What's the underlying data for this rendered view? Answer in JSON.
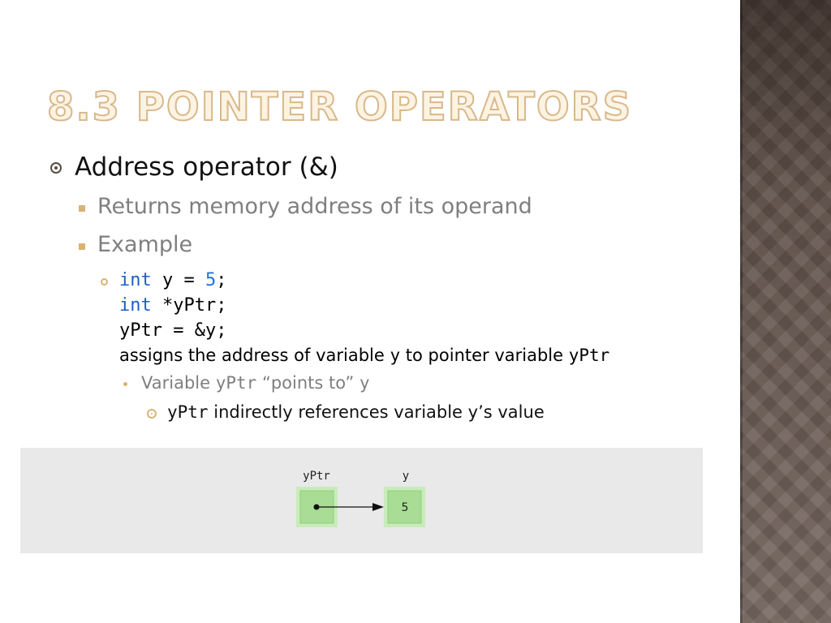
{
  "slide": {
    "title": "8.3 Pointer Operators",
    "level1": "Address operator (&)",
    "level2": [
      "Returns memory address of its operand",
      "Example"
    ],
    "code": {
      "line1": {
        "kw": "int",
        "mid": " y = ",
        "num": "5",
        "end": ";"
      },
      "line2": {
        "kw": "int",
        "rest": " *yPtr;"
      },
      "line3": "yPtr = &y;",
      "line4": {
        "pre": "assigns the address of variable ",
        "var1": "y",
        "mid": " to pointer variable ",
        "var2": "yPtr"
      }
    },
    "level4": {
      "pre": "Variable ",
      "var": "yPtr",
      "mid": " “points to” ",
      "target": "y"
    },
    "level5": {
      "var": "yPtr",
      "rest": " indirectly references variable y’s value"
    }
  },
  "diagram": {
    "pointer_label": "yPtr",
    "target_label": "y",
    "target_value": "5",
    "box_color": "#a9dc95",
    "box_border": "#7fc46c"
  },
  "icons": {
    "level1_bullet": "circle-dot-icon",
    "level2_bullet": "square-icon",
    "level3_bullet": "ring-icon",
    "level4_bullet": "dot-icon",
    "level5_bullet": "circle-dot-icon",
    "arrow": "arrow-right-icon"
  },
  "colors": {
    "accent": "#d9b373",
    "title_fill": "#fdf3e3",
    "keyword": "#1e5ec8",
    "side_panel": "#6a5a52"
  }
}
